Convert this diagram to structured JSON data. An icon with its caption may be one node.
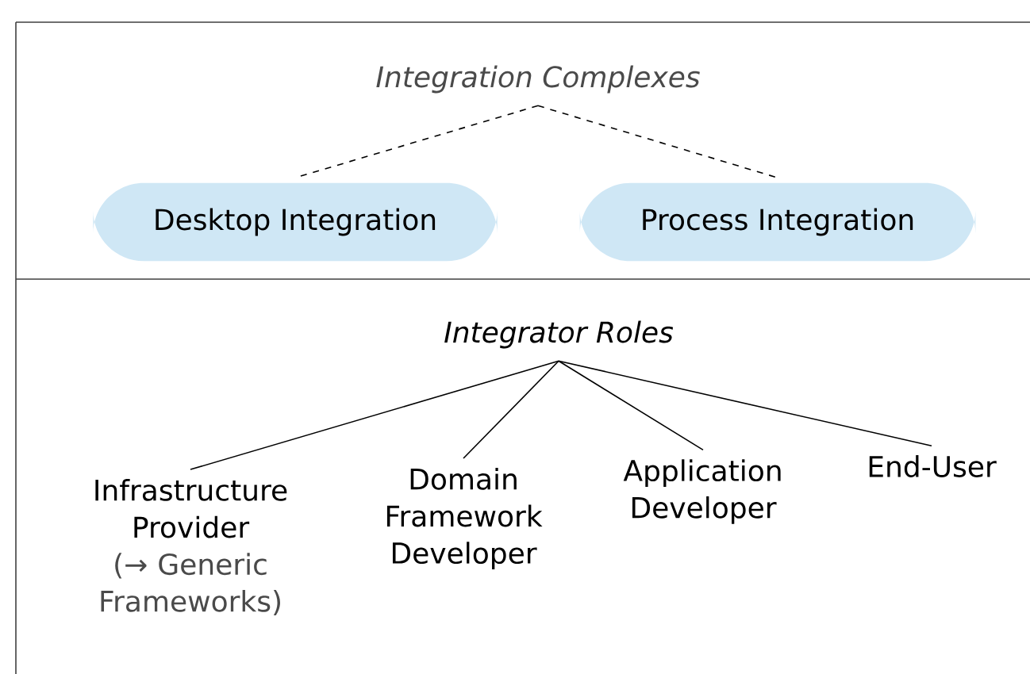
{
  "diagram": {
    "nodes": [
      {
        "text": [
          "Integration Complexes"
        ]
      },
      {
        "text": [
          "Desktop Integration"
        ]
      },
      {
        "text": [
          "Process Integration"
        ]
      },
      {
        "text": [
          "Integrator Roles"
        ]
      },
      {
        "text": [
          "Infrastructure Provider",
          "(→ Generic Frameworks)"
        ]
      },
      {
        "text": [
          "Domain Framework Developer"
        ]
      },
      {
        "text": [
          "Application Developer"
        ]
      },
      {
        "text": [
          "End-User"
        ]
      }
    ],
    "edges": [
      {
        "from": 0,
        "to": 1,
        "arrow": "none",
        "style": "dashed"
      },
      {
        "from": 0,
        "to": 2,
        "arrow": "none",
        "style": "dashed"
      },
      {
        "from": 3,
        "to": 4,
        "arrow": "none"
      },
      {
        "from": 3,
        "to": 5,
        "arrow": "none"
      },
      {
        "from": 3,
        "to": 6,
        "arrow": "none"
      },
      {
        "from": 3,
        "to": 7,
        "arrow": "none"
      }
    ]
  }
}
